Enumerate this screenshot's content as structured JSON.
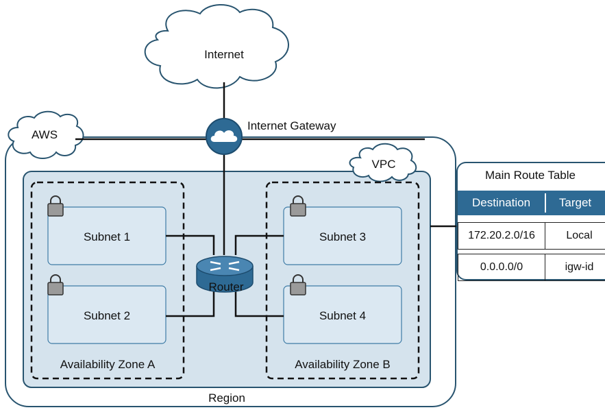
{
  "diagram": {
    "internet_label": "Internet",
    "internet_gateway_label": "Internet Gateway",
    "aws_label": "AWS",
    "vpc_label": "VPC",
    "region_label": "Region",
    "router_label": "Router",
    "zones": [
      {
        "label": "Availability Zone A",
        "subnets": [
          "Subnet 1",
          "Subnet 2"
        ]
      },
      {
        "label": "Availability Zone B",
        "subnets": [
          "Subnet 3",
          "Subnet 4"
        ]
      }
    ],
    "colors": {
      "border_dark": "#28546f",
      "vpc_fill": "#d5e3ed",
      "subnet_fill": "#dbe8f2",
      "accent": "#2e6a94"
    }
  },
  "route_table": {
    "title": "Main Route Table",
    "headers": [
      "Destination",
      "Target"
    ],
    "rows": [
      [
        "172.20.2.0/16",
        "Local"
      ],
      [
        "0.0.0.0/0",
        "igw-id"
      ]
    ]
  }
}
